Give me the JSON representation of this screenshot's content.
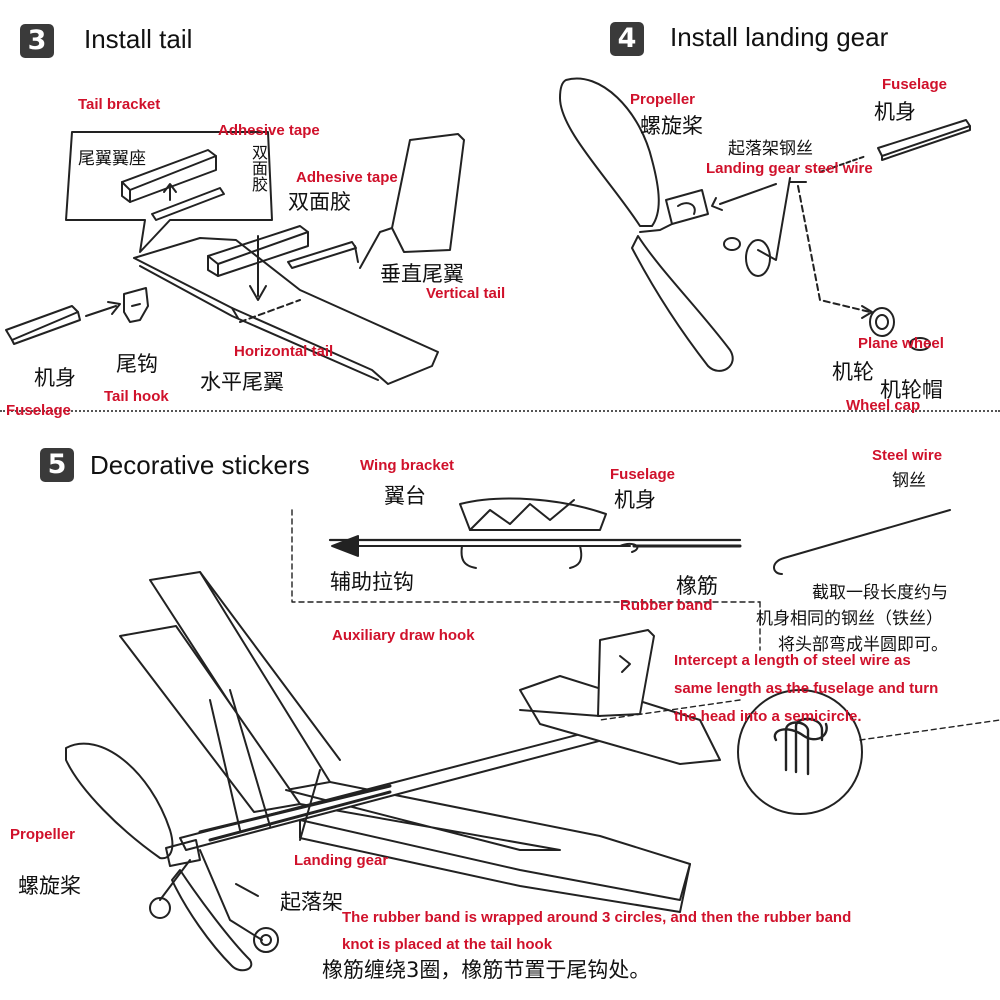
{
  "steps": [
    {
      "number": "3",
      "title": "Install tail"
    },
    {
      "number": "4",
      "title": "Install landing gear"
    },
    {
      "number": "5",
      "title": "Decorative stickers"
    }
  ],
  "step3": {
    "tail_bracket_en": "Tail bracket",
    "tail_bracket_zh": "尾翼翼座",
    "adhesive_tape_en_1": "Adhesive tape",
    "double_tape_zh_vertical": "双面胶",
    "adhesive_tape_en_2": "Adhesive tape",
    "double_tape_zh": "双面胶",
    "vertical_tail_zh": "垂直尾翼",
    "vertical_tail_en": "Vertical tail",
    "horizontal_tail_en": "Horizontal tail",
    "horizontal_tail_zh": "水平尾翼",
    "tail_hook_zh": "尾钩",
    "tail_hook_en": "Tail hook",
    "fuselage_zh": "机身",
    "fuselage_en": "Fuselage"
  },
  "step4": {
    "propeller_en": "Propeller",
    "propeller_zh": "螺旋桨",
    "landing_gear_wire_zh": "起落架钢丝",
    "landing_gear_wire_en": "Landing gear steel wire",
    "fuselage_en": "Fuselage",
    "fuselage_zh": "机身",
    "plane_wheel_en": "Plane wheel",
    "plane_wheel_zh": "机轮",
    "wheel_cap_zh": "机轮帽",
    "wheel_cap_en": "Wheel cap"
  },
  "step5": {
    "wing_bracket_en": "Wing bracket",
    "wing_bracket_zh": "翼台",
    "fuselage_en": "Fuselage",
    "fuselage_zh": "机身",
    "aux_hook_zh": "辅助拉钩",
    "rubber_band_zh": "橡筋",
    "rubber_band_en": "Rubber band",
    "aux_hook_en": "Auxiliary draw hook",
    "steel_wire_en": "Steel wire",
    "steel_wire_zh": "钢丝",
    "instruction_zh_1": "截取一段长度约与",
    "instruction_zh_2": "机身相同的钢丝（铁丝）",
    "instruction_zh_3": "将头部弯成半圆即可。",
    "instruction_en_1": "Intercept a length of steel wire as",
    "instruction_en_2": "same length as the fuselage and turn",
    "instruction_en_3": "the head into a semicircle.",
    "propeller_en": "Propeller",
    "propeller_zh": "螺旋桨",
    "landing_gear_en": "Landing gear",
    "landing_gear_zh": "起落架",
    "rubber_note_en_1": "The rubber band is wrapped around 3 circles, and then the rubber band",
    "rubber_note_en_2": "knot is placed at the tail hook",
    "rubber_note_zh": "橡筋缠绕3圈，橡筋节置于尾钩处。"
  }
}
